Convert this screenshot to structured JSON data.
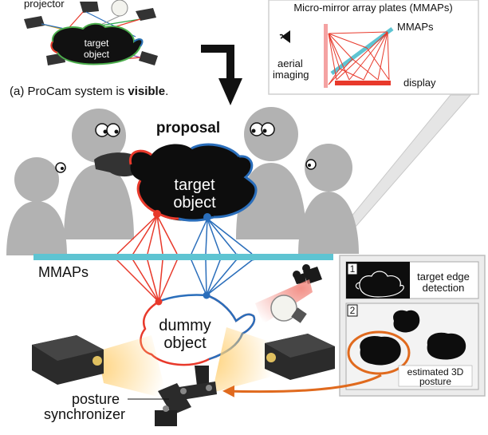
{
  "top_left": {
    "projector_label": "projector",
    "target_label_line1": "target",
    "target_label_line2": "object",
    "caption_prefix": "(a) ProCam system is ",
    "caption_bold": "visible",
    "caption_suffix": "."
  },
  "inset_mmap": {
    "title": "Micro-mirror array plates (MMAPs)",
    "mmaps_label": "MMAPs",
    "aerial_line1": "aerial",
    "aerial_line2": "imaging",
    "display_label": "display"
  },
  "main": {
    "proposal_label": "proposal",
    "target_line1": "target",
    "target_line2": "object",
    "mmaps_label": "MMAPs",
    "dummy_line1": "dummy",
    "dummy_line2": "object",
    "posture_line1": "posture",
    "posture_line2": "synchronizer"
  },
  "pipeline": {
    "step1_number": "1",
    "step1_line1": "target edge",
    "step1_line2": "detection",
    "step2_number": "2",
    "step2_line1": "estimated 3D",
    "step2_line2": "posture"
  },
  "colors": {
    "red": "#e8392b",
    "blue": "#2a6ebb",
    "cyan": "#5ec4d2",
    "gray": "#b2b2b2",
    "orange": "#e06a1e",
    "dark": "#1a1a1a"
  }
}
